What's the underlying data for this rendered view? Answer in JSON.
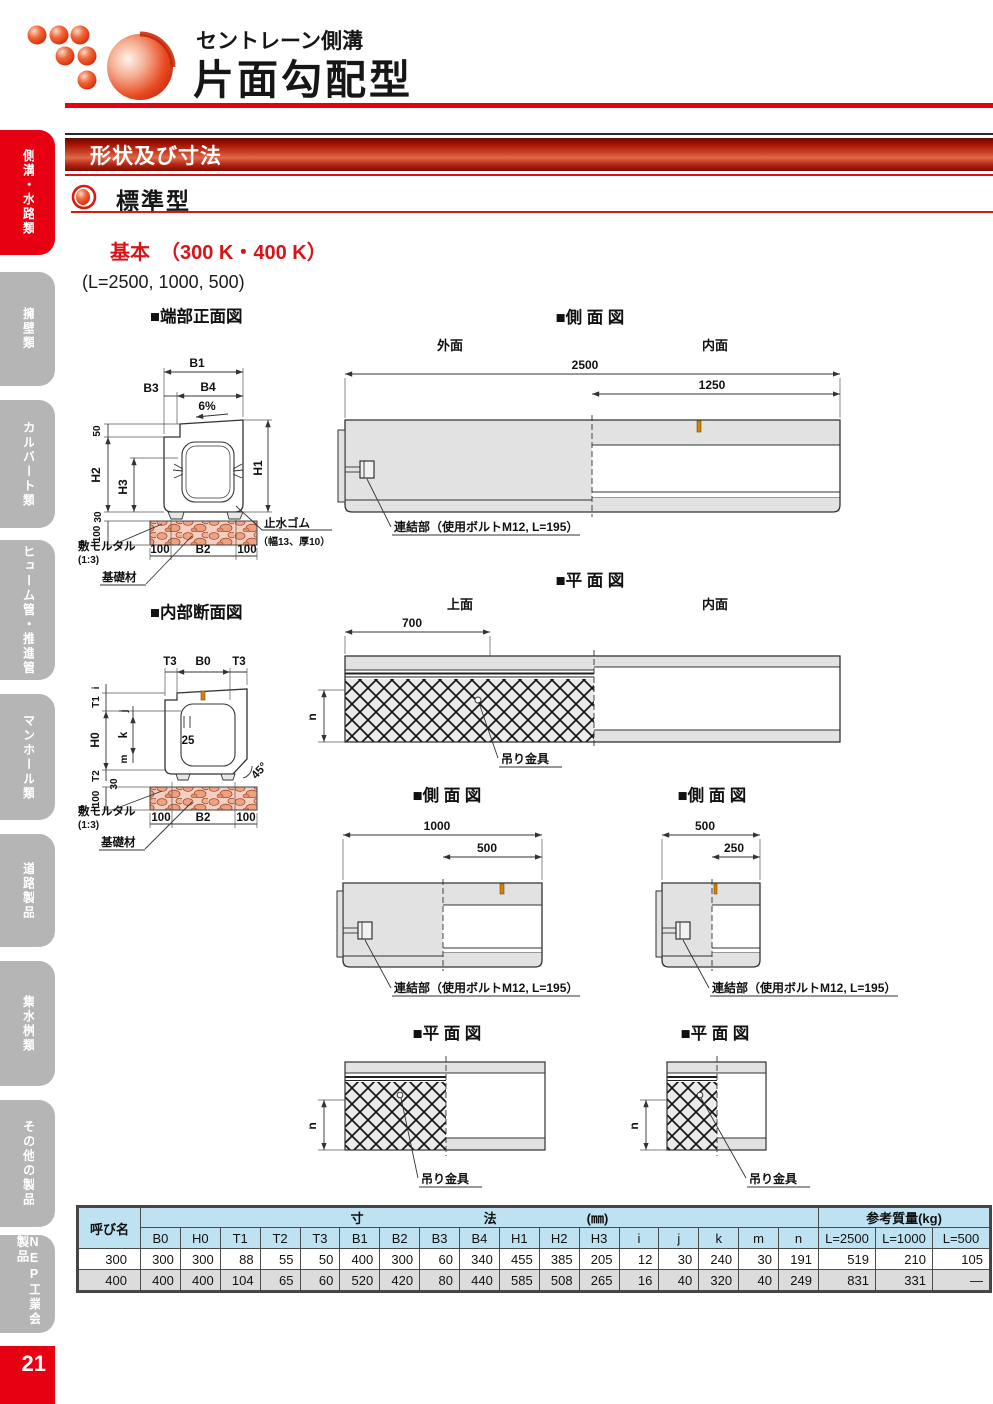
{
  "header": {
    "brand": "セントレーン側溝",
    "title": "片面勾配型"
  },
  "sidebar": {
    "tabs": [
      {
        "label": "側溝・水路類",
        "active": true
      },
      {
        "label": "擁壁類",
        "active": false
      },
      {
        "label": "カルバート類",
        "active": false
      },
      {
        "label": "ヒューム管・推進管",
        "active": false
      },
      {
        "label": "マンホール類",
        "active": false
      },
      {
        "label": "道路製品",
        "active": false
      },
      {
        "label": "集水桝類",
        "active": false
      },
      {
        "label": "その他の製品",
        "active": false
      },
      {
        "label": "NEP工業会製品",
        "active": false
      }
    ],
    "page_number": "21"
  },
  "section": {
    "banner": "形状及び寸法",
    "subsection": "標準型",
    "variant": "基本　（300 K・400 K）",
    "lengths": "(L=2500, 1000, 500)"
  },
  "dwg": {
    "t_front": "■端部正面図",
    "t_side": "■側 面 図",
    "t_plan": "■平 面 図",
    "t_inner": "■内部断面図",
    "outer_face": "外面",
    "inner_face": "内面",
    "top_face": "上面",
    "d2500": "2500",
    "d1250": "1250",
    "d700": "700",
    "d1000": "1000",
    "d500": "500",
    "d250": "250",
    "connector": "連結部（使用ボルトM12, L=195）",
    "hook": "吊り金具",
    "waterstop1": "止水ゴム",
    "waterstop2": "（幅13、厚10）",
    "mortar1": "敷モルタル",
    "mortar2": "(1:3)",
    "base_material": "基礎材",
    "b0": "B0",
    "b1": "B1",
    "b2": "B2",
    "b3": "B3",
    "b4": "B4",
    "h0": "H0",
    "h1": "H1",
    "h2": "H2",
    "h3": "H3",
    "t1": "T1",
    "t2": "T2",
    "t3": "T3",
    "slope": "6%",
    "n": "n",
    "i": "i",
    "j": "j",
    "k": "k",
    "m": "m",
    "d50": "50",
    "d30": "30",
    "d100": "100",
    "d25": "25",
    "angle45": "45°"
  },
  "table": {
    "name_header": "呼び名",
    "dim_header_parts": [
      "寸",
      "法",
      "(㎜)"
    ],
    "weight_header": "参考質量(kg)",
    "columns": [
      "B0",
      "H0",
      "T1",
      "T2",
      "T3",
      "B1",
      "B2",
      "B3",
      "B4",
      "H1",
      "H2",
      "H3",
      "i",
      "j",
      "k",
      "m",
      "n",
      "L=2500",
      "L=1000",
      "L=500"
    ],
    "rows": [
      {
        "name": "300",
        "values": [
          "300",
          "300",
          "88",
          "55",
          "50",
          "400",
          "300",
          "60",
          "340",
          "455",
          "385",
          "205",
          "12",
          "30",
          "240",
          "30",
          "191",
          "519",
          "210",
          "105"
        ]
      },
      {
        "name": "400",
        "values": [
          "400",
          "400",
          "104",
          "65",
          "60",
          "520",
          "420",
          "80",
          "440",
          "585",
          "508",
          "265",
          "16",
          "40",
          "320",
          "40",
          "249",
          "831",
          "331",
          "—"
        ]
      }
    ]
  },
  "colors": {
    "accent": "#e60012",
    "table_header": "#bfe2f2",
    "row_alt": "#dcdcdc",
    "banner_dark": "#7c0c00"
  }
}
